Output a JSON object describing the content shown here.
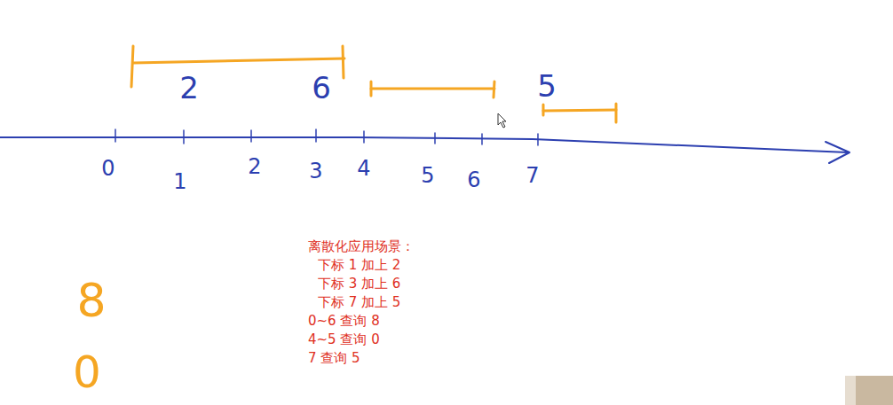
{
  "diagram": {
    "labels": [
      "2",
      "6",
      "5",
      "0",
      "1",
      "2",
      "3",
      "4",
      "5",
      "6",
      "7",
      "8",
      "0",
      "离散化应用场景：",
      "下标 1 加上 2",
      "下标 3 加上 6",
      "下标 7 加上 5",
      "0~6 查询 8",
      "4~5 查询 0",
      "7 查询 5"
    ]
  }
}
